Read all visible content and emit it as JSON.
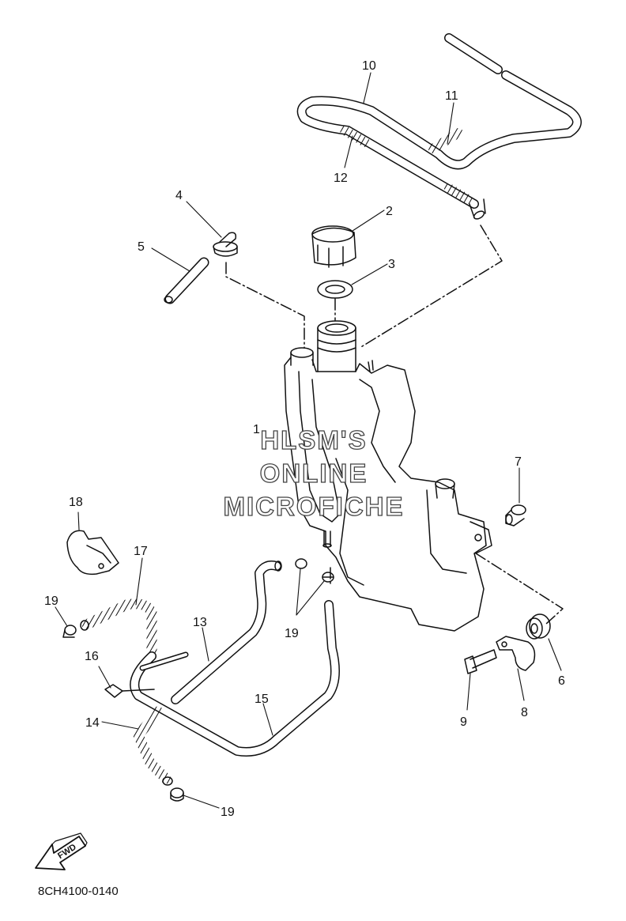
{
  "diagram": {
    "watermark": [
      "HLSM'S",
      "ONLINE",
      "MICROFICHE"
    ],
    "drawing_code": "8CH4100-0140",
    "direction_arrow": "FWD",
    "parts": [
      {
        "num": "1",
        "name": "reservoir-tank"
      },
      {
        "num": "2",
        "name": "reservoir-cap"
      },
      {
        "num": "3",
        "name": "gasket"
      },
      {
        "num": "4",
        "name": "cap"
      },
      {
        "num": "5",
        "name": "breather-hose"
      },
      {
        "num": "6",
        "name": "grommet"
      },
      {
        "num": "7",
        "name": "collar"
      },
      {
        "num": "8",
        "name": "bracket"
      },
      {
        "num": "9",
        "name": "bolt"
      },
      {
        "num": "10",
        "name": "overflow-hose"
      },
      {
        "num": "11",
        "name": "protector"
      },
      {
        "num": "12",
        "name": "protector"
      },
      {
        "num": "13",
        "name": "hose"
      },
      {
        "num": "14",
        "name": "protector"
      },
      {
        "num": "15",
        "name": "hose"
      },
      {
        "num": "16",
        "name": "band"
      },
      {
        "num": "17",
        "name": "protector"
      },
      {
        "num": "18",
        "name": "holder"
      },
      {
        "num": "19",
        "name": "clip"
      }
    ],
    "labels": {
      "l1": "1",
      "l2": "2",
      "l3": "3",
      "l4": "4",
      "l5": "5",
      "l6": "6",
      "l7": "7",
      "l8": "8",
      "l9": "9",
      "l10": "10",
      "l11": "11",
      "l12": "12",
      "l13": "13",
      "l14": "14",
      "l15": "15",
      "l16": "16",
      "l17": "17",
      "l18": "18",
      "l19a": "19",
      "l19b": "19",
      "l19c": "19"
    }
  }
}
